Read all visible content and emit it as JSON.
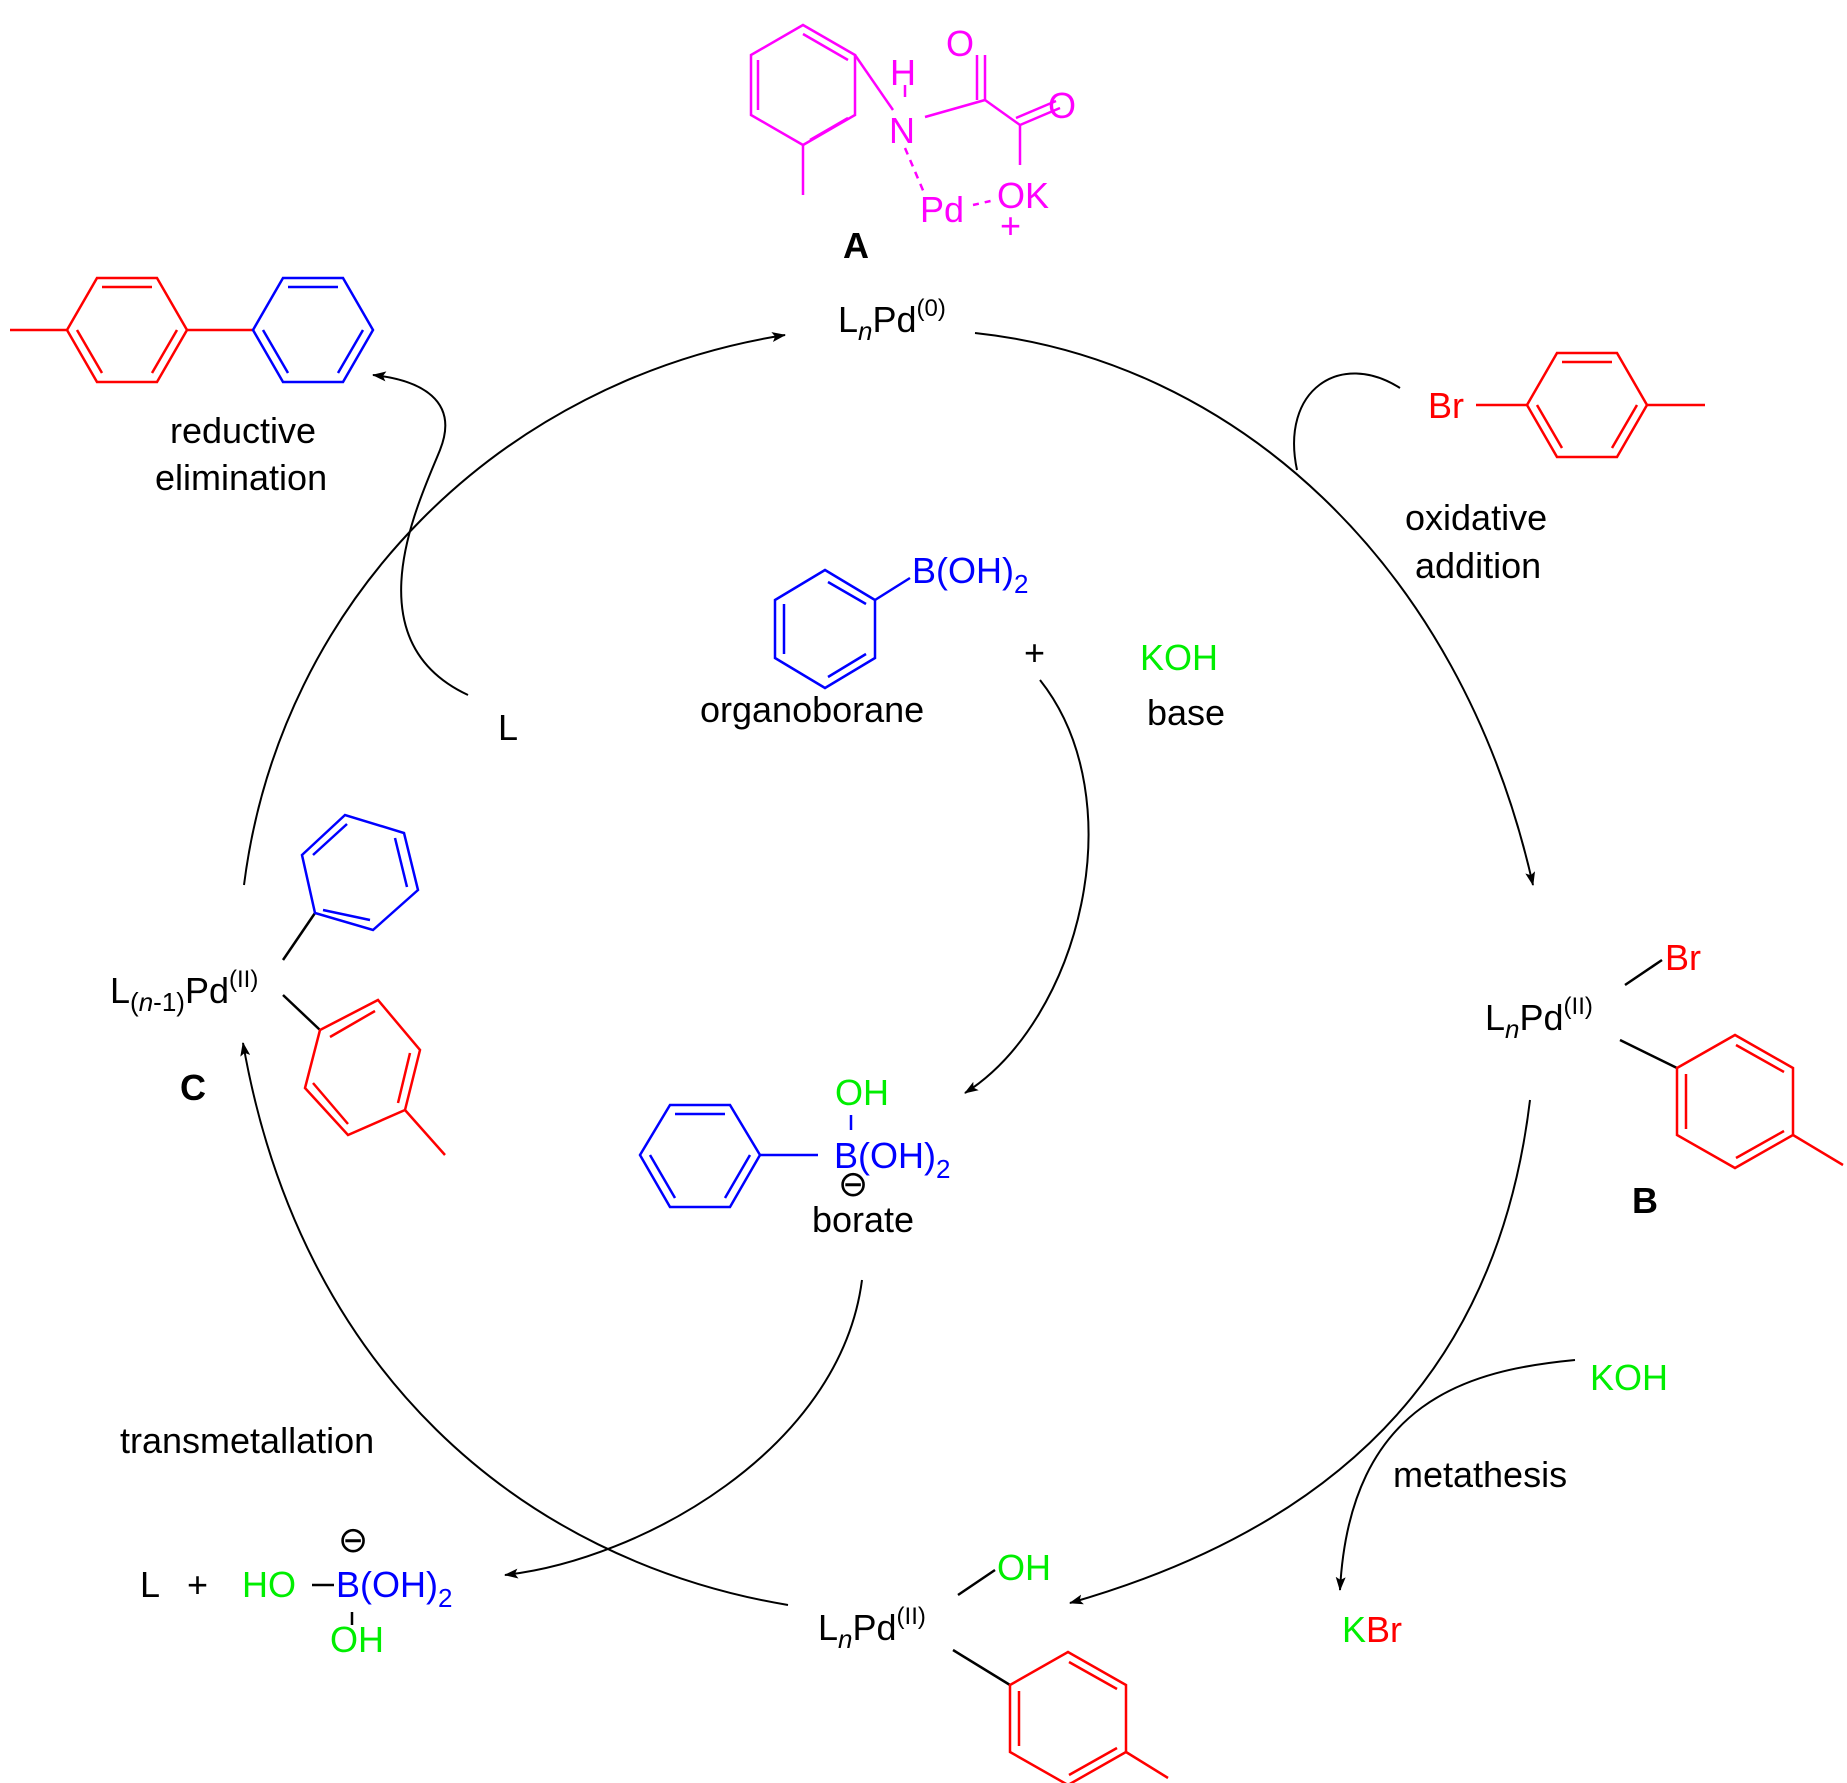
{
  "colors": {
    "black": "#000000",
    "red": "#ff0000",
    "blue": "#0000ff",
    "green": "#00ee00",
    "magenta": "#ff00ff"
  },
  "labels": {
    "A": "A",
    "B": "B",
    "C": "C",
    "pd0_L": "L",
    "pd0_n": "n",
    "pd0_Pd": "Pd",
    "pd0_ox": "(0)",
    "pdB_L": "L",
    "pdB_n": "n",
    "pdB_Pd": "Pd",
    "pdB_ox": "(II)",
    "pdOH_L": "L",
    "pdOH_n": "n",
    "pdOH_Pd": "Pd",
    "pdOH_ox": "(II)",
    "pdC_L": "L",
    "pdC_sub_open": "(",
    "pdC_sub_n": "n",
    "pdC_sub_rest": "-1)",
    "pdC_Pd": "Pd",
    "pdC_ox": "(II)",
    "reductive": "reductive",
    "elimination": "elimination",
    "oxidative": "oxidative",
    "addition": "addition",
    "metathesis": "metathesis",
    "transmetallation": "transmetallation",
    "organoborane": "organoborane",
    "base": "base",
    "borate": "borate",
    "plus_top": "+",
    "L_free": "L",
    "KOH_base": "KOH",
    "KOH_metathesis": "KOH",
    "KBr_K": "K",
    "KBr_Br": "Br",
    "Br_aryl": "Br",
    "Br_B": "Br",
    "OH_pd": "OH",
    "boronic_B": "B(OH)",
    "boronic_sub": "2",
    "borate_OH": "OH",
    "borate_B": "B",
    "borate_rest": "(OH)",
    "borate_sub": "2",
    "minus": "⊖",
    "prod_L": "L",
    "prod_plus": "+",
    "prod_HO": "HO",
    "prod_B": "B",
    "prod_rest": "(OH)",
    "prod_sub": "2",
    "prod_OH": "OH",
    "prod_minus": "⊖",
    "A_H": "H",
    "A_N": "N",
    "A_O1": "O",
    "A_O2": "O",
    "A_Pd": "Pd",
    "A_OK": "OK",
    "A_plus": "+"
  }
}
